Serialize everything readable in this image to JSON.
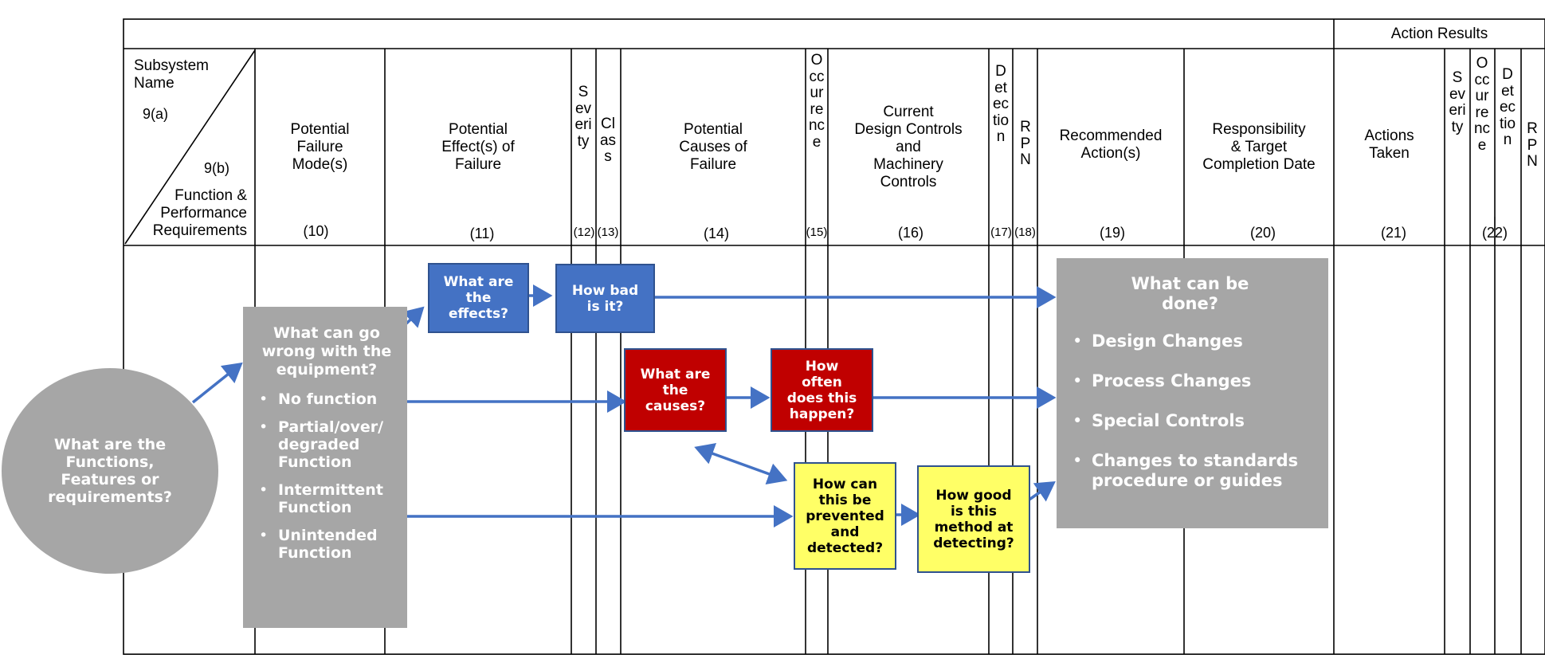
{
  "header": {
    "action_results": "Action Results",
    "subsystem_name": "Subsystem\nName",
    "label_9a": "9(a)",
    "label_9b": "9(b)",
    "function_requirements": "Function &\nPerformance\nRequirements",
    "failure_modes": "Potential\nFailure\nMode(s)",
    "effects": "Potential\nEffect(s) of\nFailure",
    "severity": "Severity",
    "class": "Class",
    "causes": "Potential\nCauses of\nFailure",
    "occurrence": "Occurrence",
    "current_controls": "Current\nDesign Controls\nand\nMachinery\nControls",
    "detection": "Detection",
    "rpn": "RPN",
    "recommended": "Recommended\nAction(s)",
    "responsibility": "Responsibility\n& Target\nCompletion Date",
    "actions_taken": "Actions\nTaken",
    "severity2": "Severity",
    "occurrence2": "Occurrence",
    "detection2": "Detection",
    "rpn2": "RPN",
    "numbers": {
      "n10": "(10)",
      "n11": "(11)",
      "n12": "(12)",
      "n13": "(13)",
      "n14": "(14)",
      "n15": "(15)",
      "n16": "(16)",
      "n17": "(17)",
      "n18": "(18)",
      "n19": "(19)",
      "n20": "(20)",
      "n21": "(21)",
      "n22": "(22)"
    }
  },
  "flow": {
    "circle": "What are the\nFunctions,\nFeatures or\nrequirements?",
    "failure_panel": {
      "title": "What can go\nwrong with the\nequipment?",
      "items": [
        "No function",
        "Partial/over/\ndegraded\nFunction",
        "Intermittent\nFunction",
        "Unintended\nFunction"
      ]
    },
    "effects_box": "What are\nthe\neffects?",
    "how_bad_box": "How bad\nis it?",
    "causes_box": "What are\nthe\ncauses?",
    "how_often_box": "How\noften\ndoes this\nhappen?",
    "prevented_box": "How can\nthis be\nprevented\nand\ndetected?",
    "how_good_box": "How good\nis this\nmethod at\ndetecting?",
    "action_panel": {
      "title": "What can be\ndone?",
      "items": [
        "Design Changes",
        "Process Changes",
        "Special Controls",
        "Changes to standards\nprocedure or guides"
      ]
    }
  },
  "colors": {
    "blue": "#4472c4",
    "red": "#c00000",
    "yellow": "#ffff66",
    "gray": "#a6a6a6",
    "arrow": "#4472c4"
  }
}
